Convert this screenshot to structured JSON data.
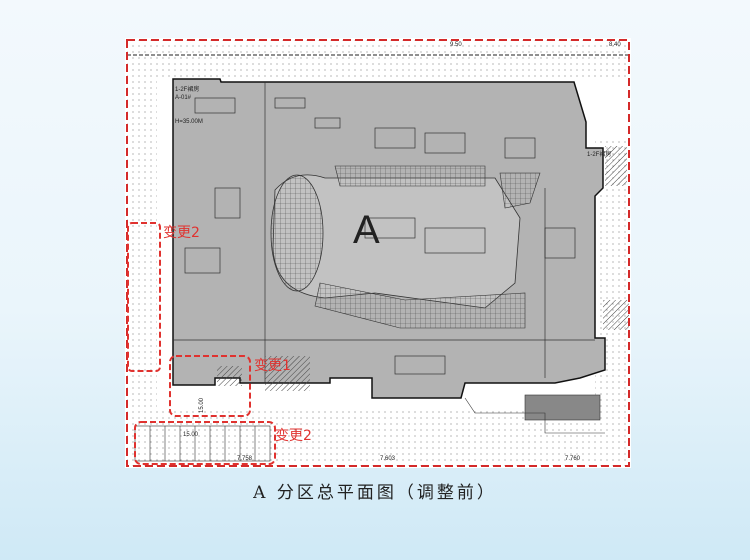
{
  "plan": {
    "zone_label": "A",
    "change_labels": [
      "变更2",
      "变更1",
      "变更2"
    ],
    "building_tags": [
      "1-2F裙房",
      "A-01#",
      "H=35.00M",
      "1-2F裙房"
    ],
    "dimensions": [
      "9.50",
      "8.40",
      "15.00",
      "7.603",
      "7.760",
      "7.758",
      "15.00"
    ],
    "colors": {
      "building": "#b3b3b3",
      "boundary": "#d42a2a",
      "change": "#e0322f"
    }
  },
  "caption": "A 分区总平面图（调整前）"
}
